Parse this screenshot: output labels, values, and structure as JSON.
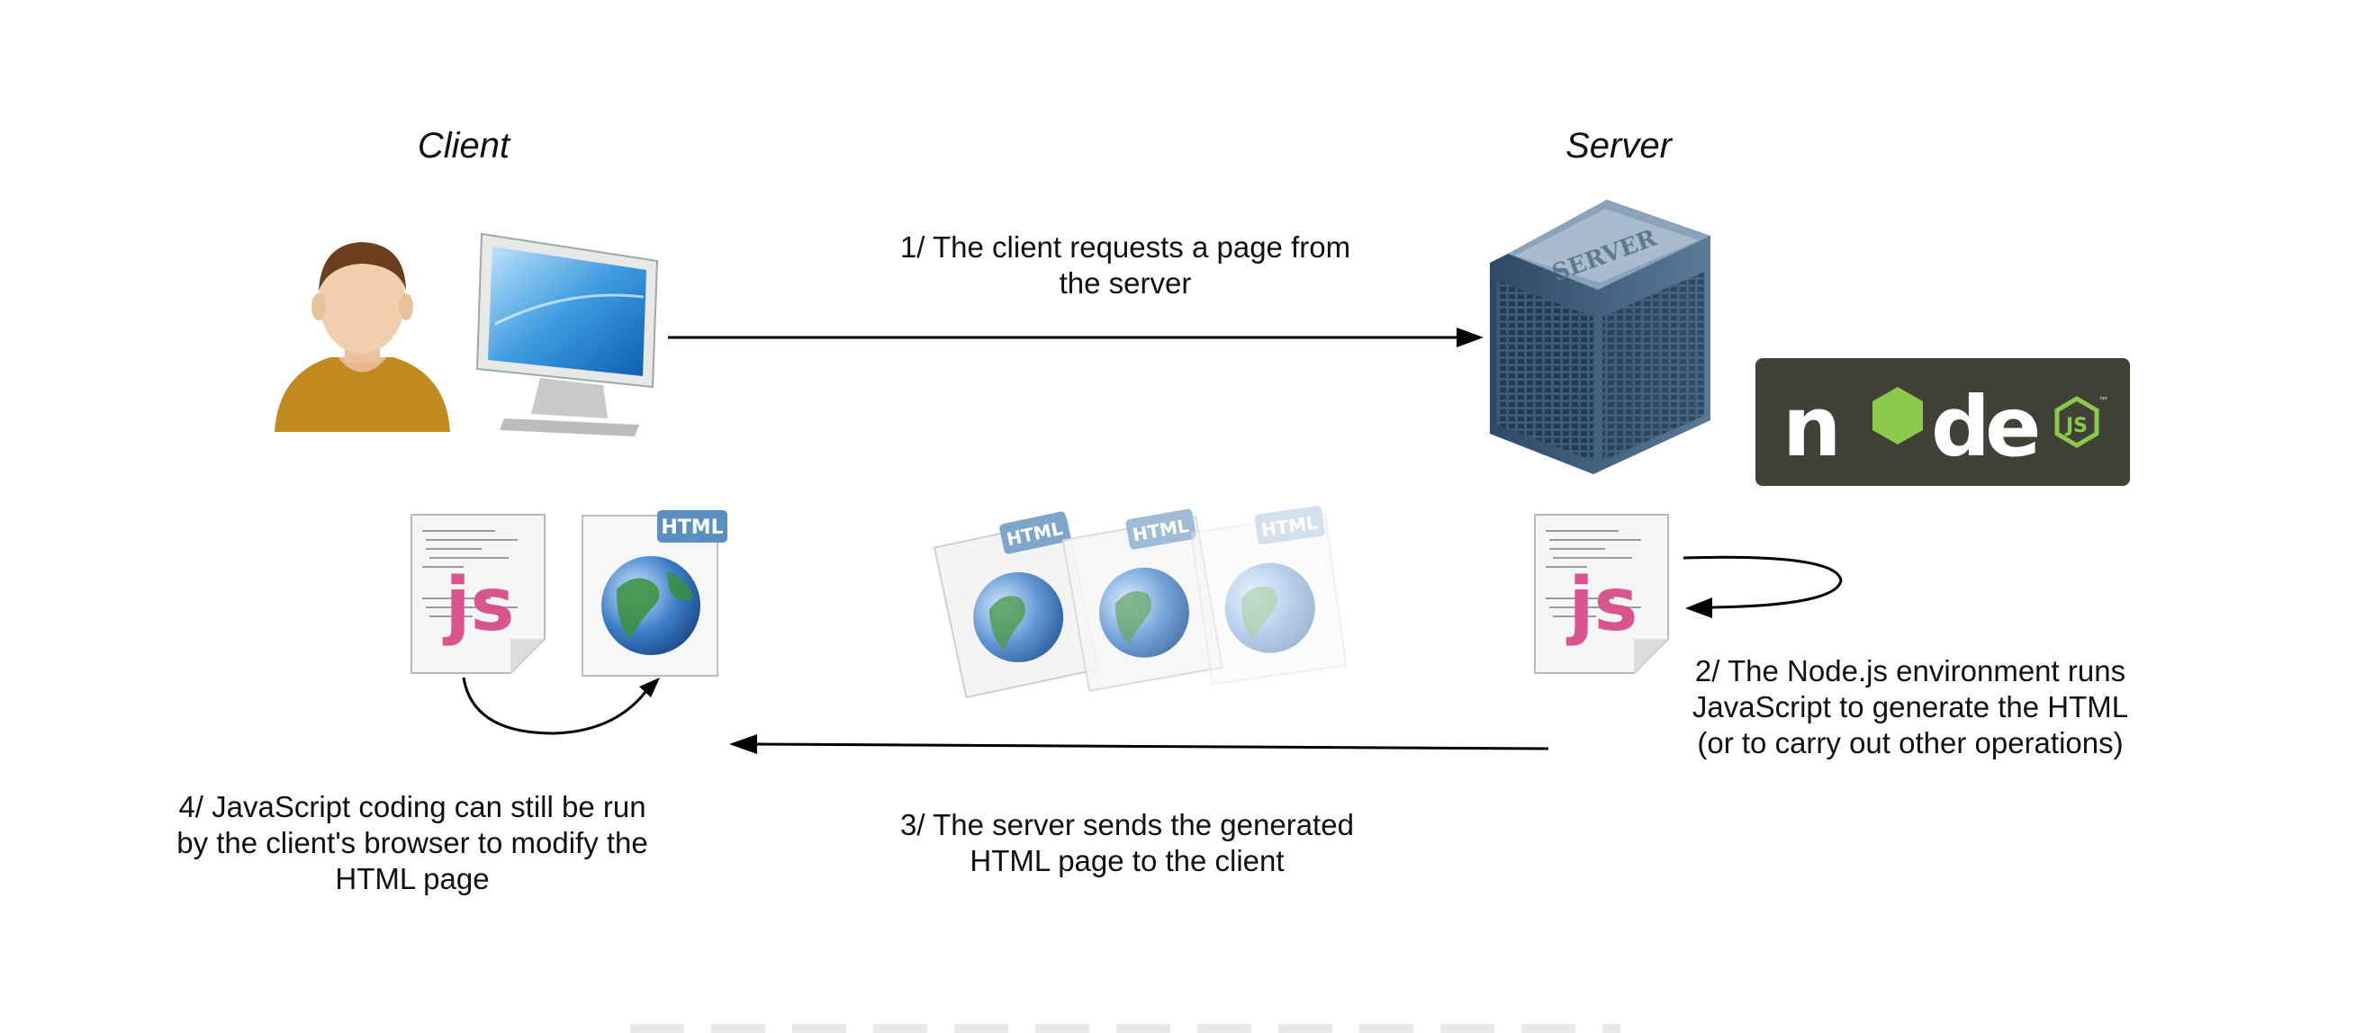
{
  "labels": {
    "client_heading": "Client",
    "server_heading": "Server"
  },
  "steps": {
    "step1": "1/ The client requests a page from\nthe server",
    "step2": "2/ The Node.js environment runs\nJavaScript to generate the HTML\n(or to carry out other operations)",
    "step3": "3/ The server sends the generated\nHTML page to the client",
    "step4": "4/ JavaScript coding can still be run\nby the client's browser to modify the\nHTML page"
  },
  "icons": {
    "server_box_text": "SERVER",
    "html_badge": "HTML",
    "js_text": "js",
    "node_logo_letters": [
      "n",
      "o",
      "d",
      "e"
    ],
    "node_js_badge": "JS",
    "trademark": "™"
  },
  "colors": {
    "js_pink": "#d9538f",
    "node_green": "#8cc84b",
    "node_bg": "#404137",
    "badge_blue": "#5b8fbf",
    "server_blue": "#4a6a88",
    "shirt": "#c18a1f",
    "arrow": "#000000"
  }
}
